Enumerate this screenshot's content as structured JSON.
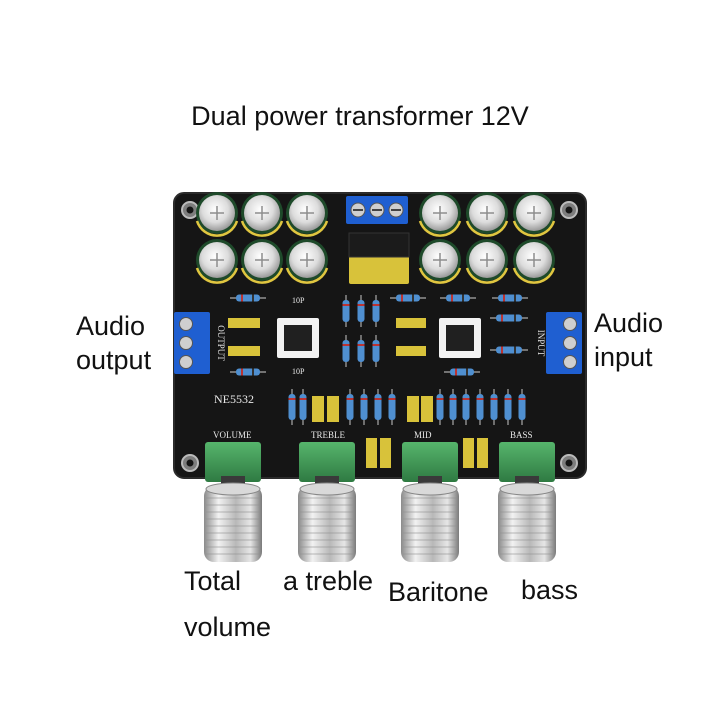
{
  "captions": {
    "title": "Dual power transformer 12V",
    "audio_output_line1": "Audio",
    "audio_output_line2": "output",
    "audio_input_line1": "Audio",
    "audio_input_line2": "input",
    "total_volume_line1": "Total",
    "total_volume_line2": "volume",
    "treble": "a treble",
    "baritone": "Baritone",
    "bass": "bass"
  },
  "silkscreen": {
    "chip": "NE5532",
    "output": "OUTPUT",
    "input": "INPUT",
    "volume": "VOLUME",
    "treble": "TREBLE",
    "mid": "MID",
    "bass": "BASS",
    "cap_top": "10P",
    "cap_bottom": "10P"
  },
  "colors": {
    "pcb": "#151515",
    "terminal_blue": "#1f5fd1",
    "pot_green": "#3f9a55",
    "knob_silver": "#c9c9c9",
    "film_cap_yellow": "#d8c23a",
    "resistor_blue": "#4f8fd0"
  }
}
